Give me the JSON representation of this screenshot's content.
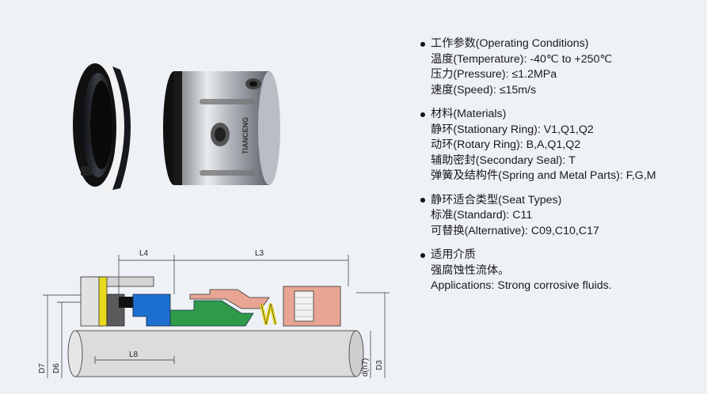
{
  "specs": {
    "operating": {
      "title": "工作参数(Operating Conditions)",
      "lines": [
        "温度(Temperature): -40℃ to +250℃",
        "压力(Pressure): ≤1.2MPa",
        "速度(Speed): ≤15m/s"
      ]
    },
    "materials": {
      "title": "材料(Materials)",
      "lines": [
        "静环(Stationary Ring): V1,Q1,Q2",
        "动环(Rotary Ring): B,A,Q1,Q2",
        "辅助密封(Secondary Seal): T",
        "弹簧及结构件(Spring and Metal Parts): F,G,M"
      ]
    },
    "seat": {
      "title": "静环适合类型(Seat Types)",
      "lines": [
        "标准(Standard): C11",
        "可替换(Alternative): C09,C10,C17"
      ]
    },
    "applications": {
      "title": "适用介质",
      "lines": [
        "强腐蚀性流体。",
        "Applications: Strong corrosive fluids."
      ]
    }
  },
  "drawing": {
    "dims": {
      "l4": "L4",
      "l3": "L3",
      "l8": "L8",
      "d7": "D7",
      "d6": "D6",
      "dh7": "d(h7)",
      "d3": "D3"
    },
    "colors": {
      "shaft": "#dcdcdc",
      "seat": "#5a5a5a",
      "seat_pin": "#e8d81e",
      "rotary": "#1d6fd1",
      "rubber": "#1c1c1c",
      "bellows": "#2f9a4a",
      "spring": "#e8d81e",
      "collar": "#e8a593"
    }
  },
  "photo": {
    "brand": "TIANCENG",
    "colors": {
      "metal": "#c8ccd2",
      "ring_black": "#1b1f24",
      "ptfe": "#f2f2f2"
    }
  }
}
